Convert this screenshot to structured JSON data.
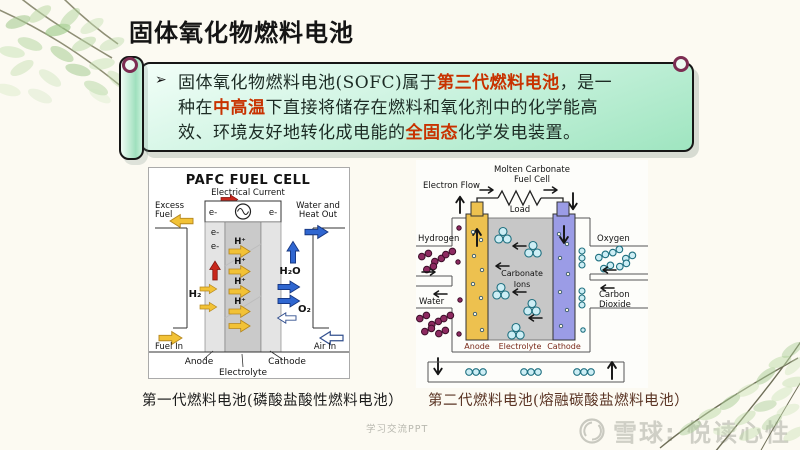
{
  "slide": {
    "title": "固体氧化物燃料电池",
    "background": "#fcfaf2"
  },
  "callout": {
    "bullet": "➢",
    "line1_a": "固体氧化物燃料电池(SOFC)属于",
    "line1_b": "第三代燃料电池",
    "line1_c": "，是一",
    "line2_a": "种在",
    "line2_b": "中高温",
    "line2_c": "下直接将储存在燃料和氧化剂中的化学能高",
    "line3_a": "效、环境友好地转化成电能的",
    "line3_b": "全固态",
    "line3_c": "化学发电装置。"
  },
  "colors": {
    "highlight_red": "#c83200",
    "callout_fill_top": "#f2fef8",
    "callout_fill_bottom": "#9fe5c0",
    "anode_gold": "#edc14f",
    "cathode_purple": "#9b9ce6",
    "electrolyte_gray": "#c7c7c7",
    "arrow_yellow": "#f2c236",
    "arrow_blue": "#2f66d0",
    "arrow_red": "#c8271c"
  },
  "pafc": {
    "title": "PAFC FUEL CELL",
    "electrical_current": "Electrical Current",
    "e_minus": "e-",
    "excess_fuel_1": "Excess",
    "excess_fuel_2": "Fuel",
    "water_out_1": "Water and",
    "water_out_2": "Heat Out",
    "h2": "H₂",
    "h2o": "H₂O",
    "o2": "O₂",
    "h_plus": "H⁺",
    "fuel_in": "Fuel In",
    "air_in": "Air In",
    "anode": "Anode",
    "electrolyte": "Electrolyte",
    "cathode": "Cathode",
    "caption": "第一代燃料电池(磷酸盐酸性燃料电池）"
  },
  "mcfc": {
    "title_1": "Molten Carbonate",
    "title_2": "Fuel Cell",
    "electron_flow": "Electron Flow",
    "load": "Load",
    "hydrogen": "Hydrogen",
    "oxygen": "Oxygen",
    "water": "Water",
    "co2_1": "Carbon",
    "co2_2": "Dioxide",
    "carbonate_1": "Carbonate",
    "carbonate_2": "Ions",
    "anode": "Anode",
    "electrolyte": "Electrolyte",
    "cathode": "Cathode",
    "caption": "第二代燃料电池(熔融碳酸盐燃料电池）"
  },
  "watermarks": {
    "small": "学习交流PPT",
    "brand": "雪球: 悦读心性"
  }
}
